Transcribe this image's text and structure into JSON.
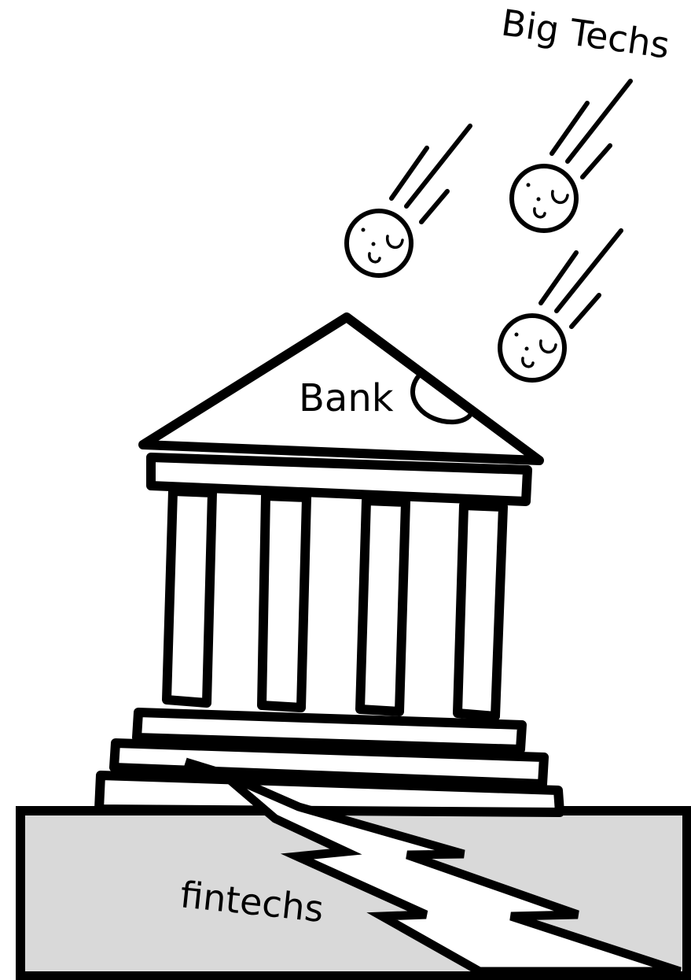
{
  "labels": {
    "bank": "Bank",
    "big_techs": "Big Techs",
    "fintechs": "fintechs"
  },
  "colors": {
    "ink": "#000000",
    "ground": "#d9d9d9",
    "building": "#ffffff"
  }
}
